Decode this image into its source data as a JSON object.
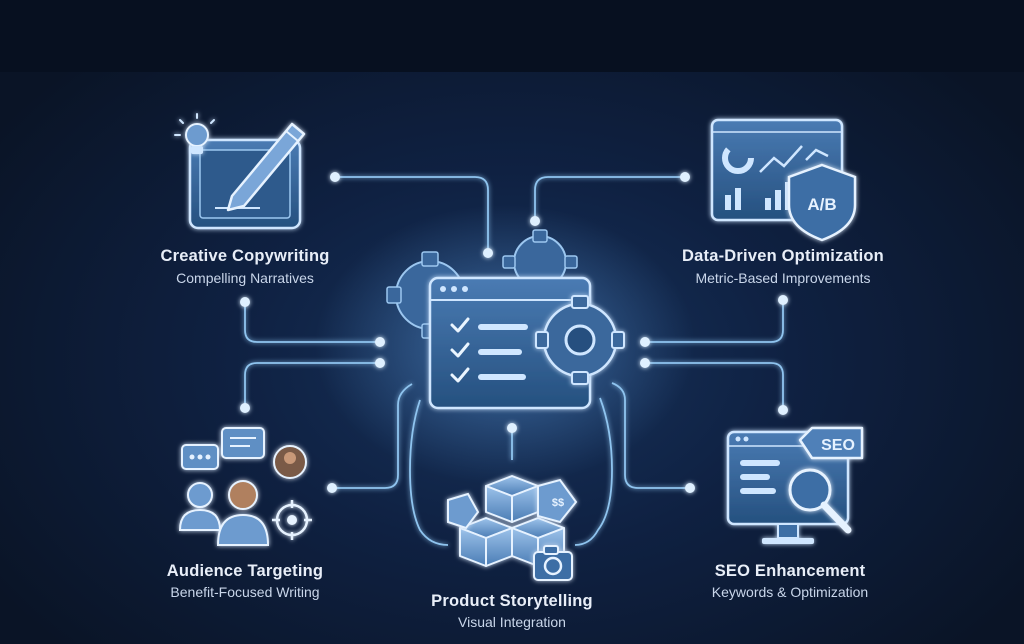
{
  "nodes": {
    "creative": {
      "title": "Creative Copywriting",
      "subtitle": "Compelling Narratives"
    },
    "data_driven": {
      "title": "Data-Driven Optimization",
      "subtitle": "Metric-Based Improvements"
    },
    "audience": {
      "title": "Audience Targeting",
      "subtitle": "Benefit-Focused Writing"
    },
    "product": {
      "title": "Product Storytelling",
      "subtitle": "Visual Integration"
    },
    "seo": {
      "title": "SEO Enhancement",
      "subtitle": "Keywords & Optimization"
    }
  },
  "icon_labels": {
    "ab": "A/B",
    "seo_tag": "SEO",
    "price": "$$"
  },
  "colors": {
    "line": "#8fc4ef",
    "glow": "#5aa8ea",
    "icon_fill": "#3d6ea5",
    "icon_light": "#a9c8ea",
    "text": "#e8eef8"
  }
}
